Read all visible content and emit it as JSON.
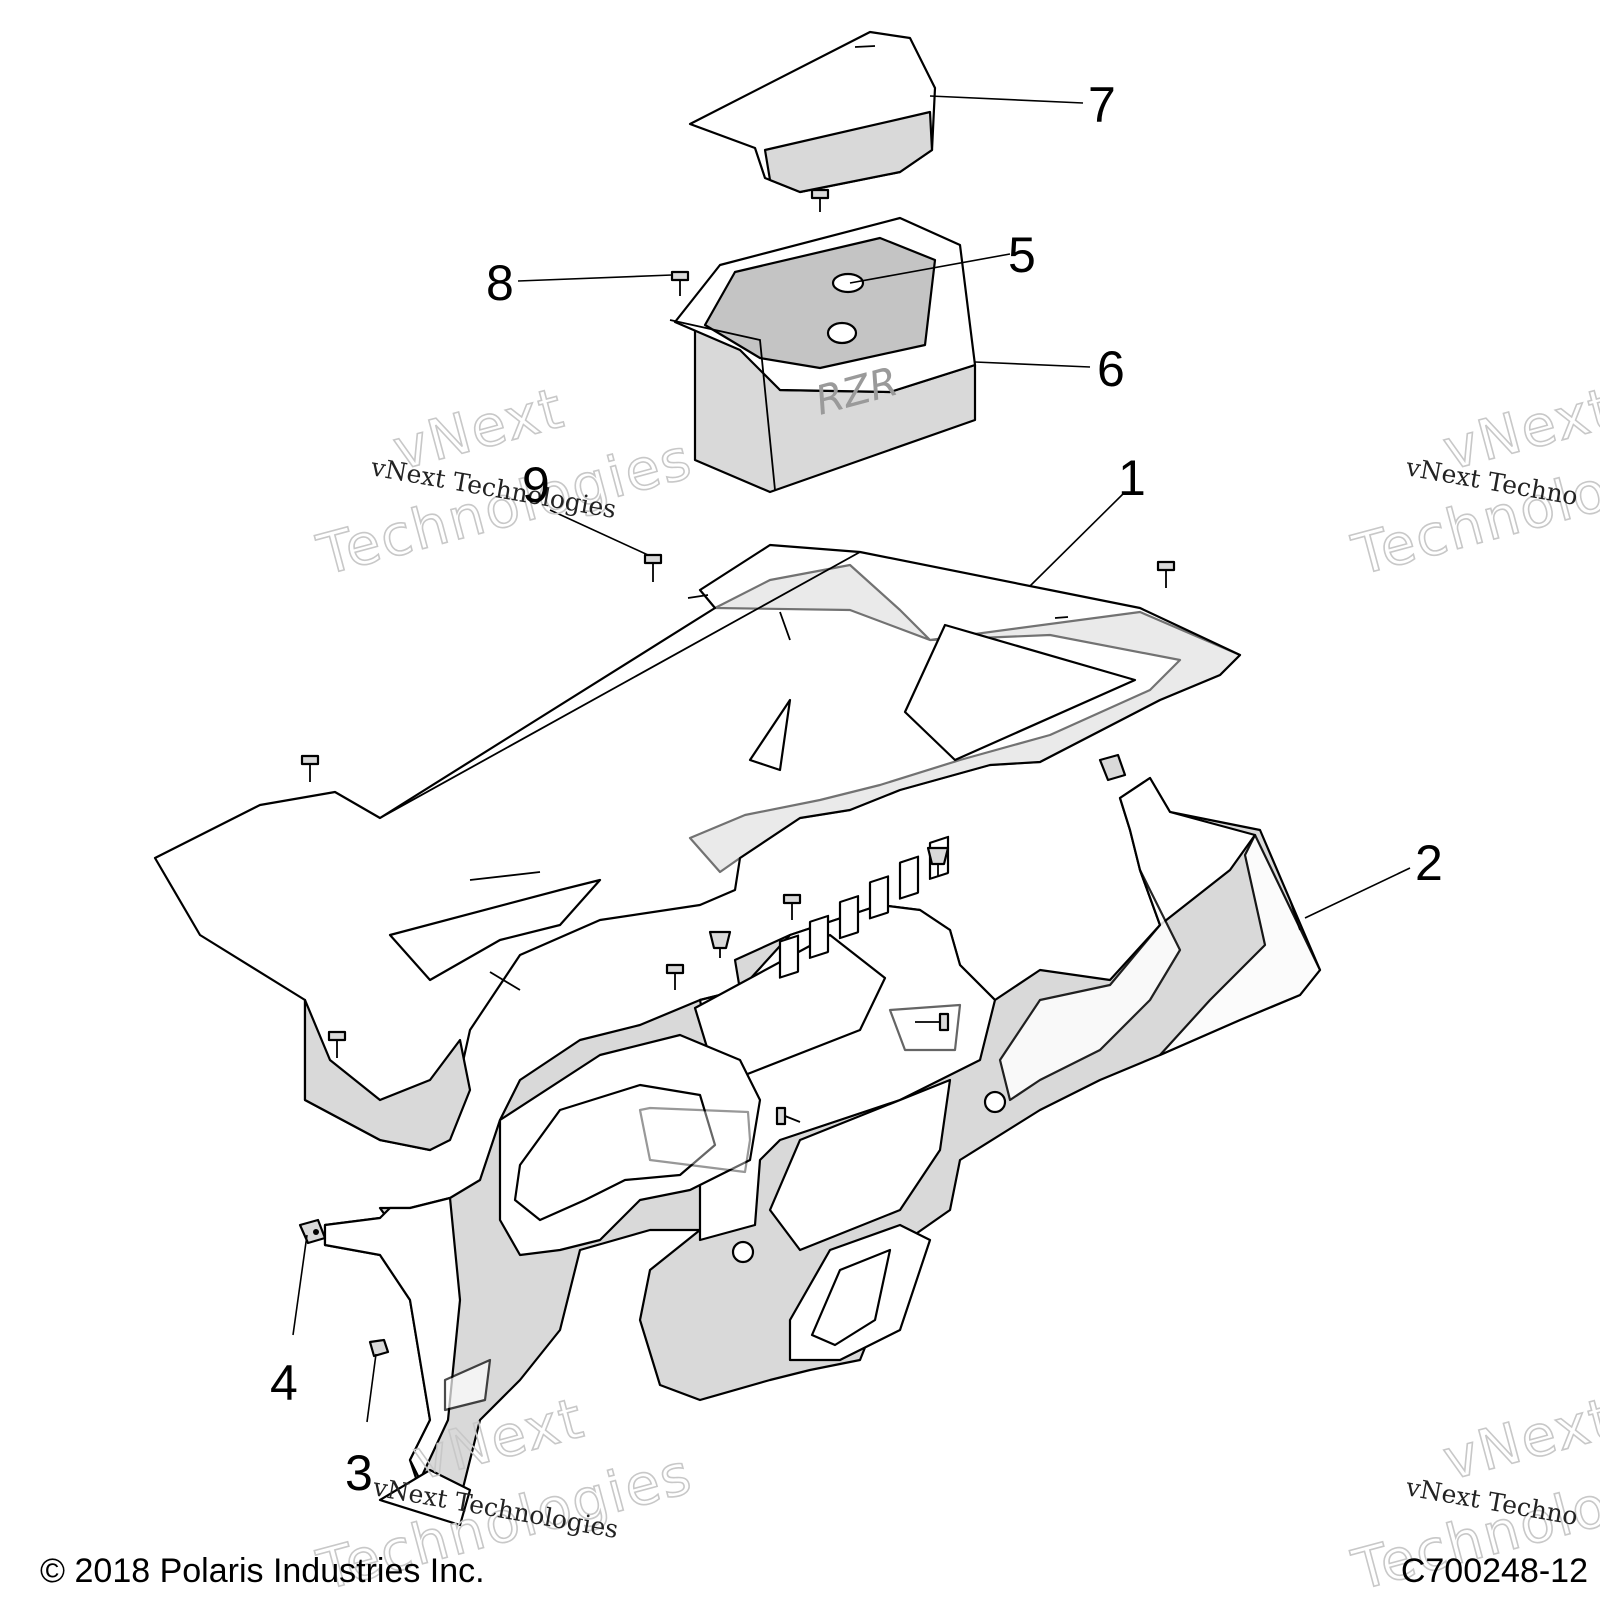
{
  "callouts": {
    "c1": "1",
    "c2": "2",
    "c3": "3",
    "c4": "4",
    "c5": "5",
    "c6": "6",
    "c7": "7",
    "c8": "8",
    "c9": "9"
  },
  "watermark": {
    "brand_line1": "vNext",
    "brand_line2": "Technologies",
    "caption": "vNext Technologies",
    "caption_cut": "vNext Techno"
  },
  "footer": {
    "copyright": "© 2018 Polaris Industries Inc.",
    "code": "C700248-12"
  }
}
